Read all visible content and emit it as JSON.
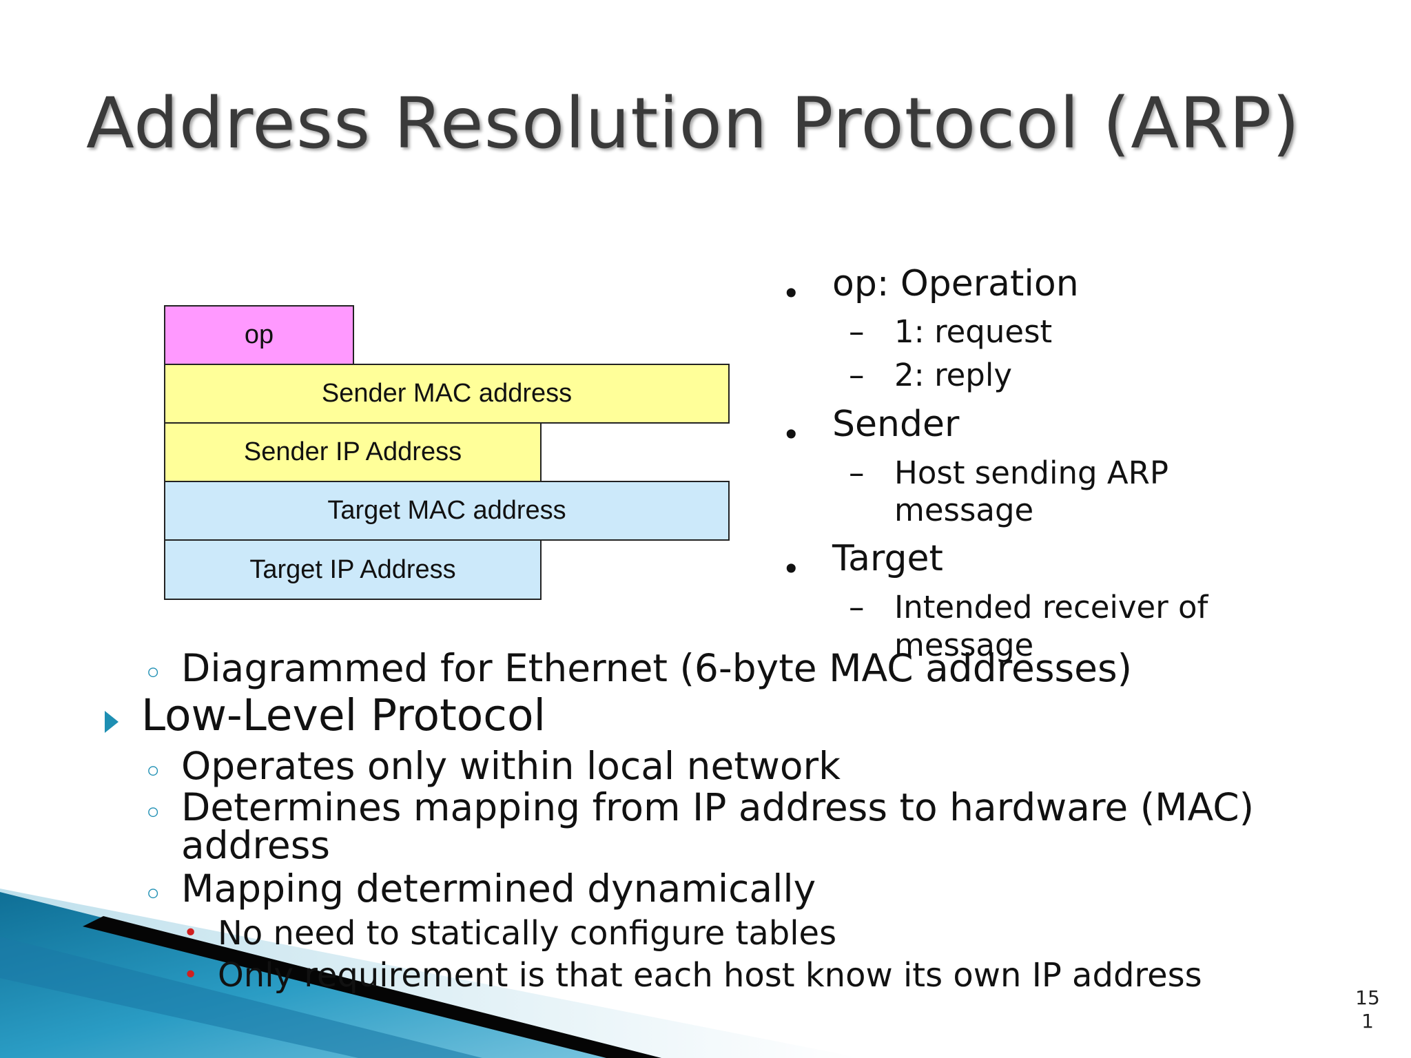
{
  "slide": {
    "title": "Address Resolution Protocol (ARP)",
    "page_number": "15\n1",
    "colors": {
      "op_field": "#ff99ff",
      "sender_fields": "#ffff99",
      "target_fields": "#cce9fa",
      "accent_triangle_marker": "#1e8fb3",
      "sub_bullet_dot": "#d02020",
      "corner_shape": "#1b7aa6"
    }
  },
  "diagram": {
    "fields": {
      "op": "op",
      "sender_mac": "Sender MAC address",
      "sender_ip": "Sender IP Address",
      "target_mac": "Target MAC address",
      "target_ip": "Target IP Address"
    }
  },
  "right_panel": {
    "bullet_glyph": "•",
    "dash_glyph": "–",
    "op": {
      "label": "op: Operation",
      "items": [
        "1: request",
        "2: reply"
      ]
    },
    "sender": {
      "label": "Sender",
      "items": [
        "Host sending ARP",
        "message"
      ]
    },
    "target": {
      "label": "Target",
      "items": [
        "Intended receiver of",
        "message"
      ]
    }
  },
  "main_list": {
    "circle_glyph": "◦",
    "ethernet_note": "Diagrammed for Ethernet (6-byte MAC addresses)",
    "low_level": {
      "heading": "Low-Level Protocol",
      "items": [
        "Operates only within local network",
        "Determines mapping from IP address to hardware (MAC)",
        "address",
        "Mapping determined dynamically"
      ],
      "sub_items": [
        "No need to statically configure tables",
        "Only requirement is that each host know its own IP address"
      ]
    }
  }
}
